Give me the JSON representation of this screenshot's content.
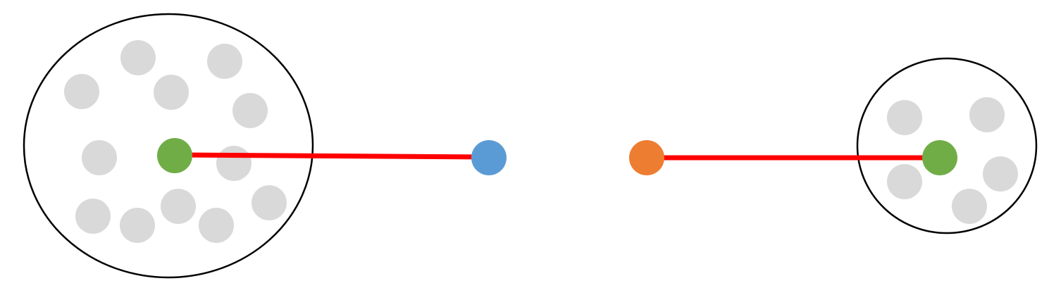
{
  "colors": {
    "background": "#ffffff",
    "cluster_outline": "#000000",
    "member_point": "#d9d9d9",
    "centroid": "#70ad47",
    "link_line": "#ff0000",
    "query_point_left": "#5b9bd5",
    "query_point_right": "#ed7d31"
  },
  "diagram": {
    "clusters": [
      {
        "id": "left-cluster",
        "member_count": 13
      },
      {
        "id": "right-cluster",
        "member_count": 5
      }
    ],
    "links": [
      {
        "from": "left-cluster-centroid",
        "to": "blue-point"
      },
      {
        "from": "orange-point",
        "to": "right-cluster-centroid"
      }
    ]
  }
}
